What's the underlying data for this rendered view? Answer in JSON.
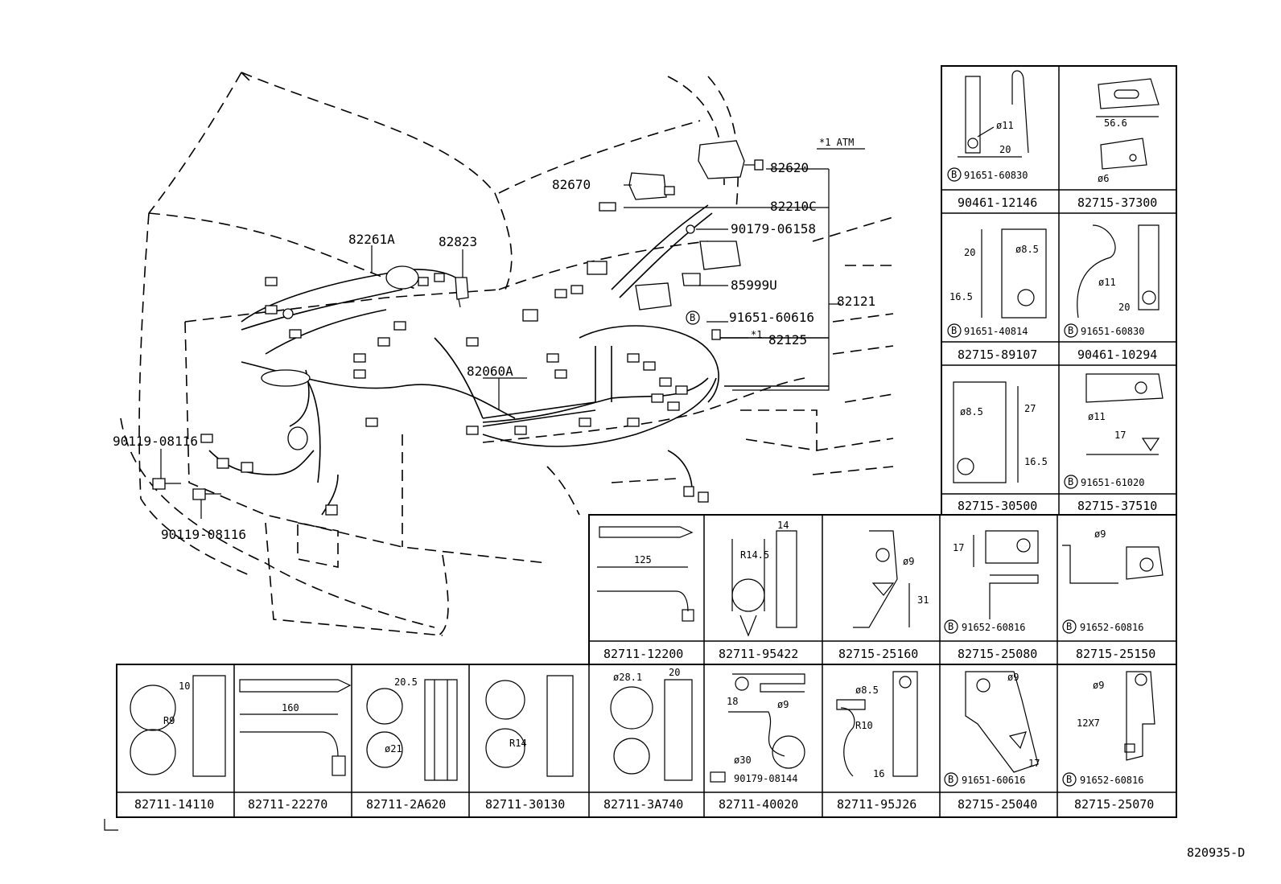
{
  "diagram_id": "820935-D",
  "main_labels": {
    "p82620": "82620",
    "p82670": "82670",
    "p82210c": "82210C",
    "p90179_06158": "90179-06158",
    "p82261a": "82261A",
    "p82823": "82823",
    "p85999u": "85999U",
    "p82121": "82121",
    "p91651_60616": "91651-60616",
    "star1": "*1",
    "p82125": "82125",
    "p82060a": "82060A",
    "p90119_08116_a": "90119-08116",
    "p90119_08116_b": "90119-08116",
    "atm_note": "*1 ATM",
    "b_mark": "B"
  },
  "top_right_grid": {
    "cells": [
      {
        "part": "90461-12146",
        "dims": [
          "ø11",
          "20"
        ],
        "bolt": "91651-60830"
      },
      {
        "part": "82715-37300",
        "dims": [
          "56.6",
          "ø6"
        ],
        "bolt": ""
      },
      {
        "part": "82715-89107",
        "dims": [
          "20",
          "ø8.5",
          "16.5"
        ],
        "bolt": "91651-40814"
      },
      {
        "part": "90461-10294",
        "dims": [
          "ø11",
          "20"
        ],
        "bolt": "91651-60830"
      },
      {
        "part": "82715-30500",
        "dims": [
          "ø8.5",
          "27",
          "16.5"
        ],
        "bolt": ""
      },
      {
        "part": "82715-37510",
        "dims": [
          "ø11",
          "17"
        ],
        "bolt": "91651-61020"
      }
    ]
  },
  "middle_grid": {
    "cells": [
      {
        "part": "82711-12200",
        "dims": [
          "125"
        ],
        "bolt": ""
      },
      {
        "part": "82711-95422",
        "dims": [
          "14",
          "R14.5"
        ],
        "bolt": ""
      },
      {
        "part": "82715-25160",
        "dims": [
          "ø9",
          "31"
        ],
        "bolt": ""
      },
      {
        "part": "82715-25080",
        "dims": [
          "17"
        ],
        "bolt": "91652-60816"
      },
      {
        "part": "82715-25150",
        "dims": [
          "ø9"
        ],
        "bolt": "91652-60816"
      }
    ]
  },
  "bottom_grid": {
    "cells": [
      {
        "part": "82711-14110",
        "dims": [
          "10",
          "R9"
        ],
        "bolt": ""
      },
      {
        "part": "82711-22270",
        "dims": [
          "160"
        ],
        "bolt": ""
      },
      {
        "part": "82711-2A620",
        "dims": [
          "20.5",
          "ø21"
        ],
        "bolt": ""
      },
      {
        "part": "82711-30130",
        "dims": [
          "R14"
        ],
        "bolt": ""
      },
      {
        "part": "82711-3A740",
        "dims": [
          "ø28.1",
          "20"
        ],
        "bolt": ""
      },
      {
        "part": "82711-40020",
        "dims": [
          "18",
          "ø9",
          "ø30"
        ],
        "bolt": "90179-08144"
      },
      {
        "part": "82711-95J26",
        "dims": [
          "ø8.5",
          "R10",
          "16"
        ],
        "bolt": ""
      },
      {
        "part": "82715-25040",
        "dims": [
          "ø9",
          "17"
        ],
        "bolt": "91651-60616"
      },
      {
        "part": "82715-25070",
        "dims": [
          "ø9",
          "12X7"
        ],
        "bolt": "91652-60816"
      }
    ]
  }
}
